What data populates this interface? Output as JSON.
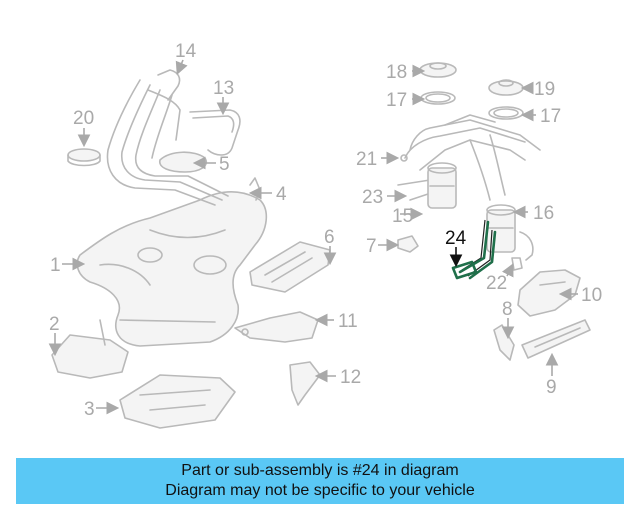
{
  "callouts": [
    "1",
    "2",
    "3",
    "4",
    "5",
    "6",
    "7",
    "8",
    "9",
    "10",
    "11",
    "12",
    "13",
    "14",
    "15",
    "16",
    "17",
    "17",
    "18",
    "19",
    "20",
    "21",
    "22",
    "23",
    "24"
  ],
  "highlighted_part": "24",
  "banner": {
    "line1": "Part or sub-assembly is #24 in diagram",
    "line2": "Diagram may not be specific to your vehicle",
    "color": "#5ac8f5"
  },
  "colors": {
    "part_lines": "#b9b9b9",
    "highlight": "#1f6f4a",
    "highlight_label": "#111111"
  }
}
